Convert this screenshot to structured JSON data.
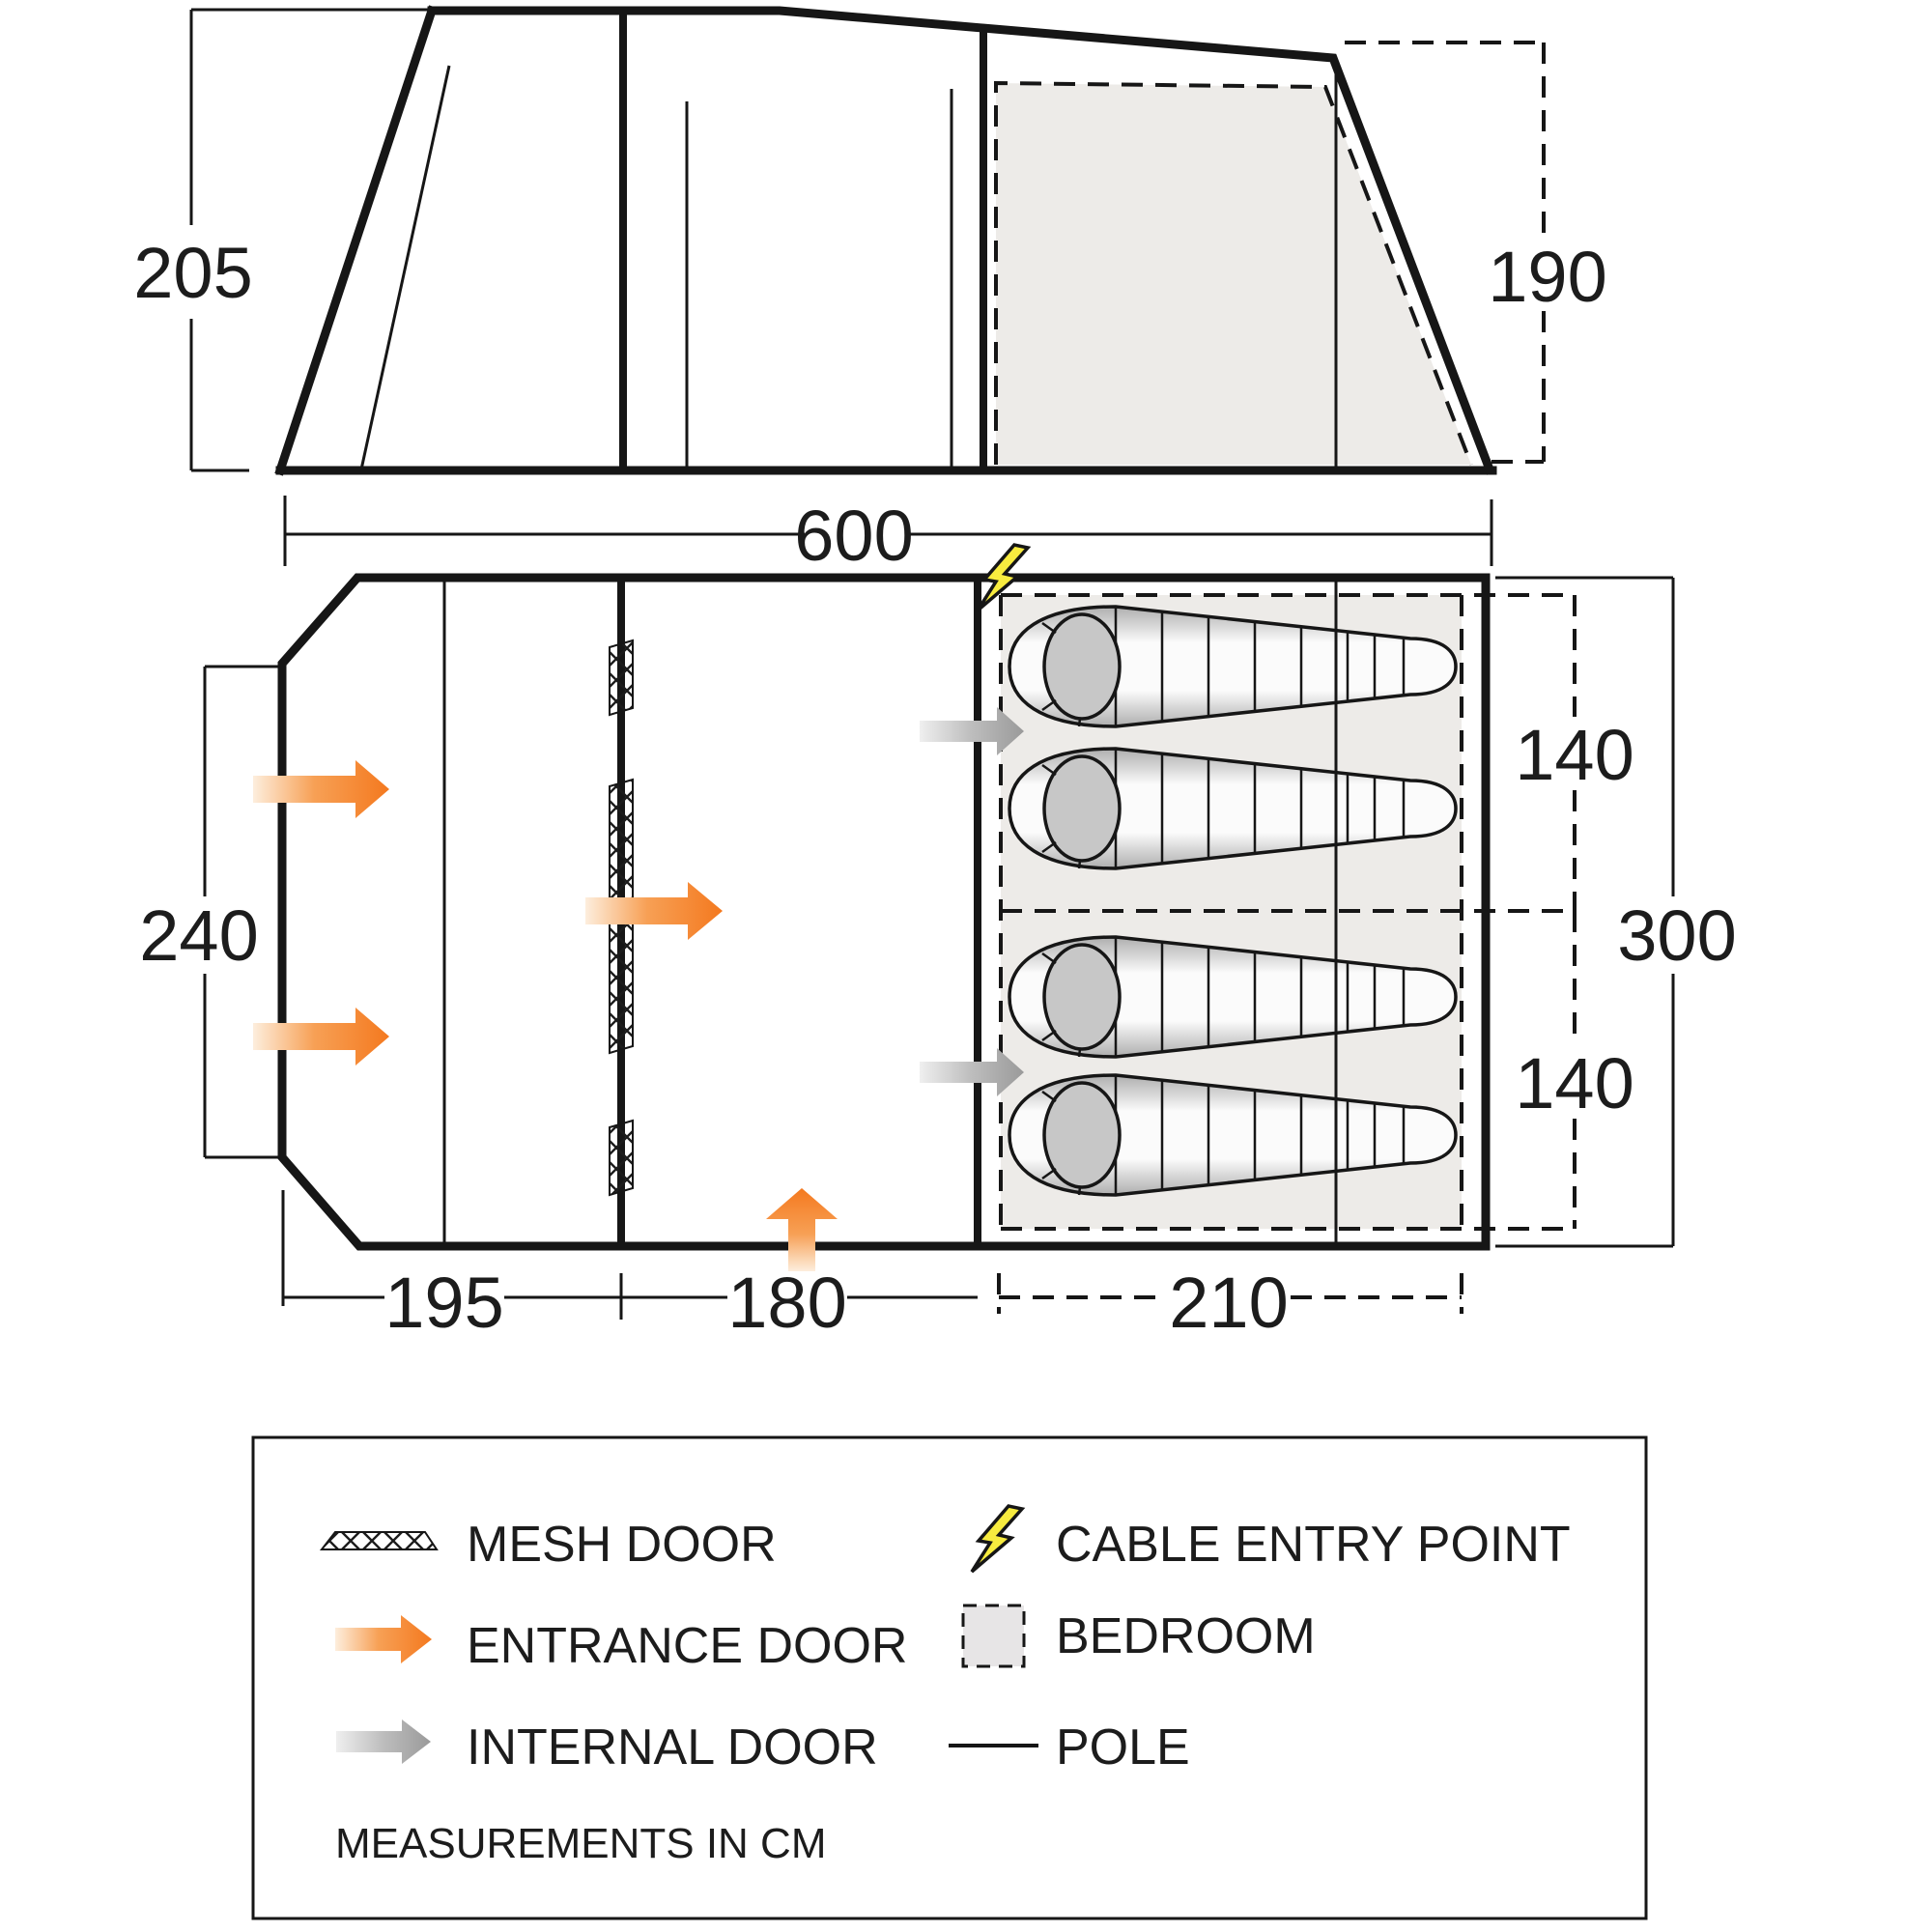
{
  "diagram": {
    "title_implicit": "tent-floorplan-diagram",
    "side_view": {
      "height_left_cm": "205",
      "height_right_cm": "190"
    },
    "floor_plan": {
      "total_length_cm": "600",
      "total_width_cm": "300",
      "left_width_cm": "240",
      "front_section_cm": "195",
      "middle_section_cm": "180",
      "bedroom_depth_cm": "210",
      "bedroom_width_top_cm": "140",
      "bedroom_width_bottom_cm": "140",
      "sleeping_bag_count": 4
    },
    "legend": {
      "items": [
        {
          "label": "MESH DOOR",
          "icon": "mesh-door-icon"
        },
        {
          "label": "ENTRANCE DOOR",
          "icon": "entrance-door-arrow-icon"
        },
        {
          "label": "INTERNAL DOOR",
          "icon": "internal-door-arrow-icon"
        },
        {
          "label": "CABLE ENTRY POINT",
          "icon": "cable-entry-lightning-icon"
        },
        {
          "label": "BEDROOM",
          "icon": "bedroom-swatch-icon"
        },
        {
          "label": "POLE",
          "icon": "pole-line-icon"
        }
      ],
      "note": "MEASUREMENTS IN CM"
    },
    "colors": {
      "entrance_accent": "#f4791f",
      "internal_accent": "#9a9a9a",
      "bedroom_fill": "#edebe8",
      "cable_yellow": "#f8ec3f",
      "line": "#161616"
    }
  }
}
